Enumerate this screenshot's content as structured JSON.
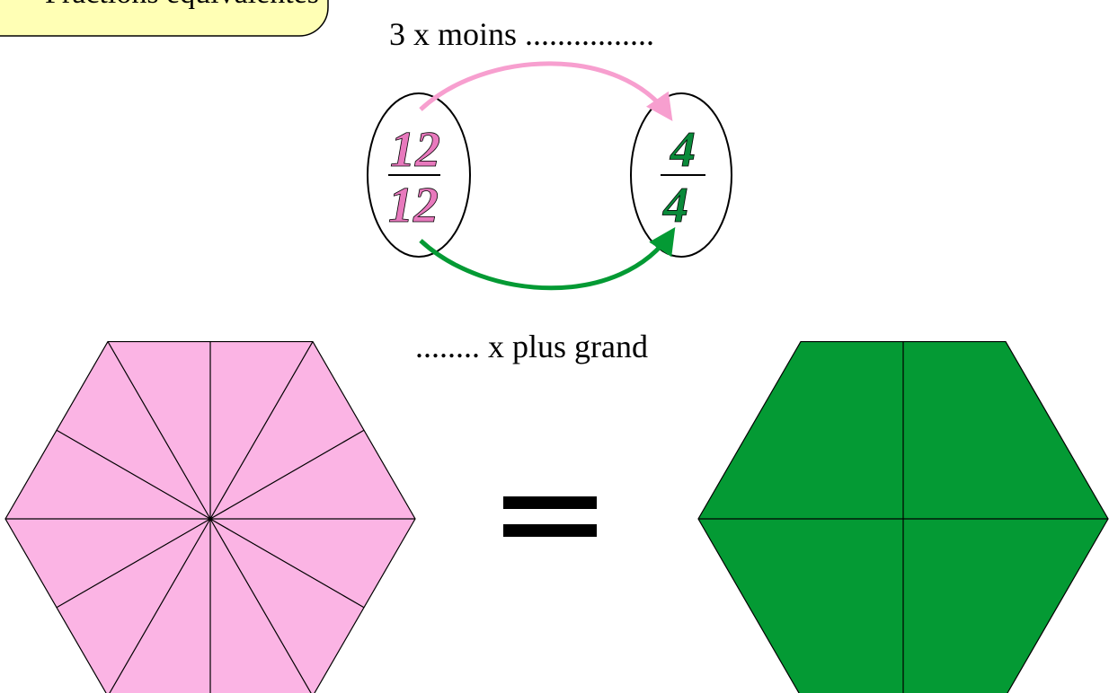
{
  "banner": {
    "text": "Fractions équivalentes"
  },
  "top_caption": {
    "text": "3 x moins ................"
  },
  "bottom_caption": {
    "text": "........ x plus grand"
  },
  "left_fraction": {
    "numerator": "12",
    "denominator": "12",
    "parts": 12
  },
  "right_fraction": {
    "numerator": "4",
    "denominator": "4",
    "parts": 4
  },
  "equals_sign": {
    "text": "="
  },
  "colors": {
    "pink": "#fbb4e4",
    "pink_text": "#e879bd",
    "pink_arrow": "#f79fcf",
    "green": "#049a34",
    "green_text": "#0a8a3a",
    "banner_fill": "#ffffb5",
    "line": "#000000"
  }
}
